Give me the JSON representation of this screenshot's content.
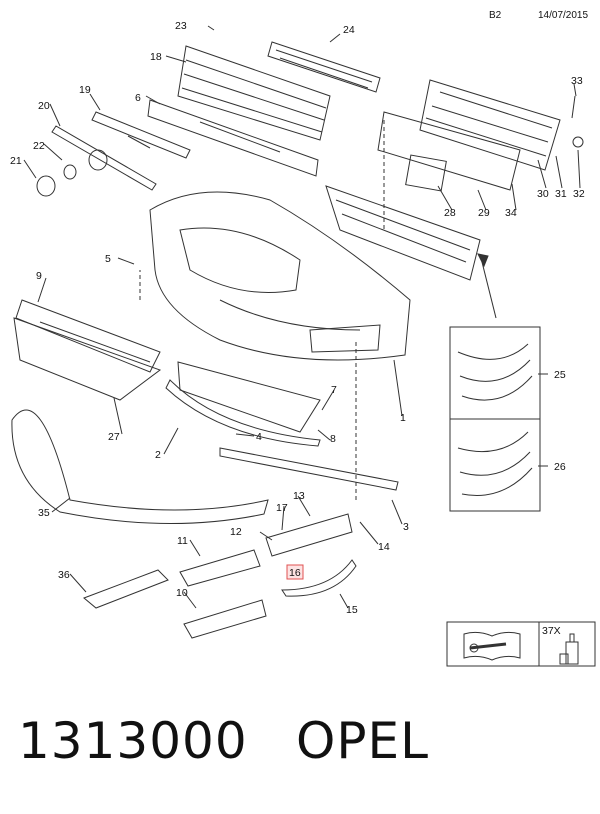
{
  "header": {
    "page_code": "B2",
    "date": "14/07/2015"
  },
  "callouts": [
    "23",
    "24",
    "18",
    "6",
    "19",
    "20",
    "22",
    "21",
    "33",
    "30",
    "31",
    "32",
    "28",
    "29",
    "34",
    "5",
    "9",
    "27",
    "7",
    "8",
    "4",
    "2",
    "1",
    "25",
    "26",
    "13",
    "17",
    "12",
    "14",
    "11",
    "16",
    "3",
    "15",
    "36",
    "10",
    "35"
  ],
  "legend": {
    "quantity_label": "37X"
  },
  "footer": {
    "part_number": "1313000",
    "brand": "OPEL"
  },
  "highlight_color": "#e05050"
}
